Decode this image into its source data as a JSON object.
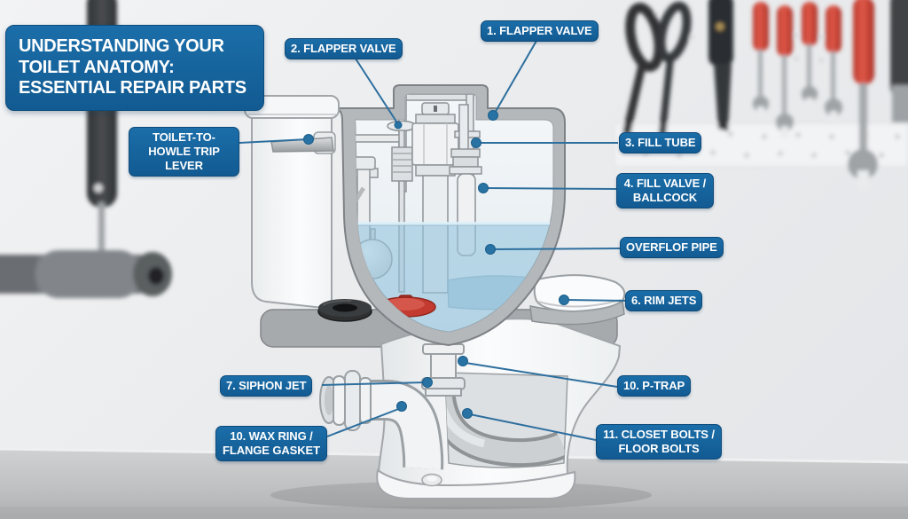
{
  "title": {
    "text": "UNDERSTANDING YOUR TOILET ANATOMY: ESSENTIAL REPAIR PARTS"
  },
  "labels": [
    {
      "id": "flapper-valve-1",
      "text": "1. FLAPPER VALVE"
    },
    {
      "id": "flapper-valve-2",
      "text": "2. FLAPPER VALVE"
    },
    {
      "id": "trip-lever",
      "text": "TOILET-TO-HOWLE TRIP LEVER"
    },
    {
      "id": "fill-tube",
      "text": "3. FILL TUBE"
    },
    {
      "id": "fill-valve",
      "text": "4. FILL VALVE / BALLCOCK"
    },
    {
      "id": "overflow-pipe",
      "text": "OVERFLOF PIPE"
    },
    {
      "id": "rim-jets",
      "text": "6. RIM JETS"
    },
    {
      "id": "siphon-jet",
      "text": "7. SIPHON JET"
    },
    {
      "id": "p-trap",
      "text": "10. P-TRAP"
    },
    {
      "id": "wax-ring",
      "text": "10. WAX RING / FLANGE GASKET"
    },
    {
      "id": "closet-bolts",
      "text": "11. CLOSET BOLTS / FLOOR BOLTS"
    }
  ],
  "colors": {
    "label-bg": "#125a92",
    "label-bg-light": "#1b6ea9",
    "label-border": "#0e4b7a",
    "leader": "#2e6f9e",
    "dot": "#2873a3",
    "water": "#95c4de",
    "flapper-red": "#c23a30",
    "tank-wall": "#b4b8bb",
    "porcelain": "#f7f8f9"
  }
}
